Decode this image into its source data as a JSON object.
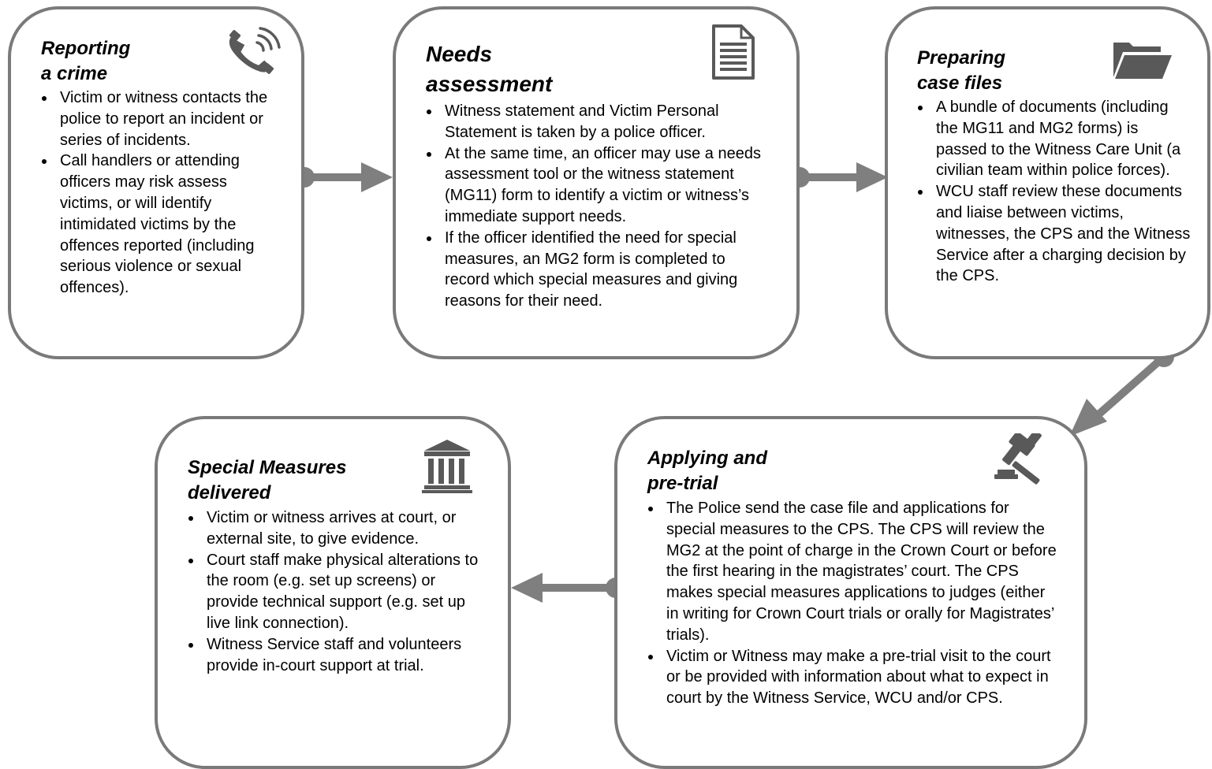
{
  "boxes": [
    {
      "id": "reporting",
      "title_lines": [
        "Reporting",
        "a crime"
      ],
      "icon": "phone-icon",
      "bullets": [
        "Victim or witness contacts the police to report an incident or series of incidents.",
        "Call handlers or attending officers may risk assess victims, or will identify intimidated victims by the offences reported (including serious violence or sexual offences)."
      ]
    },
    {
      "id": "needs",
      "title_lines": [
        "Needs",
        "assessment"
      ],
      "icon": "document-icon",
      "bullets": [
        "Witness statement and Victim Personal Statement is taken by a police officer.",
        "At the same time, an officer may use a needs assessment tool or the witness statement (MG11) form to identify a victim or witness’s immediate support needs.",
        "If the officer identified the need for special measures, an MG2 form is completed to record which special measures and giving reasons for their need."
      ]
    },
    {
      "id": "preparing",
      "title_lines": [
        "Preparing",
        "case files"
      ],
      "icon": "folder-icon",
      "bullets": [
        "A bundle of documents (including the MG11 and MG2 forms) is passed to the Witness Care Unit (a civilian team within police forces).",
        "WCU staff review these documents and liaise between victims, witnesses, the CPS and the Witness Service after a charging decision by the CPS."
      ]
    },
    {
      "id": "applying",
      "title_lines": [
        "Applying and",
        "pre-trial"
      ],
      "icon": "gavel-icon",
      "bullets": [
        "The Police send the case file and applications for special measures to the CPS. The CPS will review the MG2 at the point of charge in the Crown Court or before the first hearing in the magistrates’ court. The CPS makes special measures applications to judges (either in writing for Crown Court trials or orally for Magistrates’ trials).",
        "Victim or Witness may make a pre-trial visit to the court or be provided with information about what to expect in court by the Witness Service, WCU and/or CPS."
      ]
    },
    {
      "id": "special",
      "title_lines": [
        "Special Measures",
        "delivered"
      ],
      "icon": "courthouse-icon",
      "bullets": [
        "Victim or witness arrives at court, or external site, to give evidence.",
        "Court staff make physical alterations to the room (e.g. set up screens) or provide technical support (e.g. set up live link connection).",
        "Witness Service staff and volunteers provide in-court support at trial."
      ]
    }
  ],
  "colors": {
    "border": "#7a7a7a",
    "arrow": "#7f7f7f",
    "icon": "#595959"
  }
}
